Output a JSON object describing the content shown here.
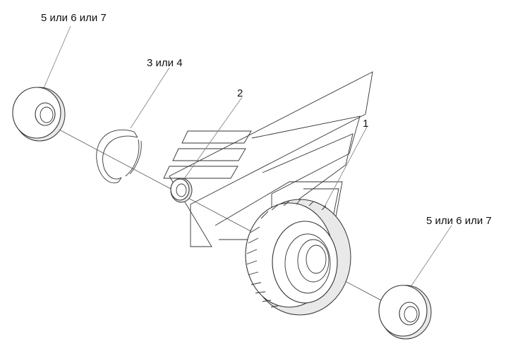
{
  "callouts": {
    "bearing_top": "5 или 6 или 7",
    "circlip": "3 или 4",
    "spacer": "2",
    "wheel": "1",
    "bearing_bottom": "5 или 6 или 7"
  },
  "colors": {
    "line": "#333333",
    "leader": "#888888",
    "background": "#ffffff"
  }
}
